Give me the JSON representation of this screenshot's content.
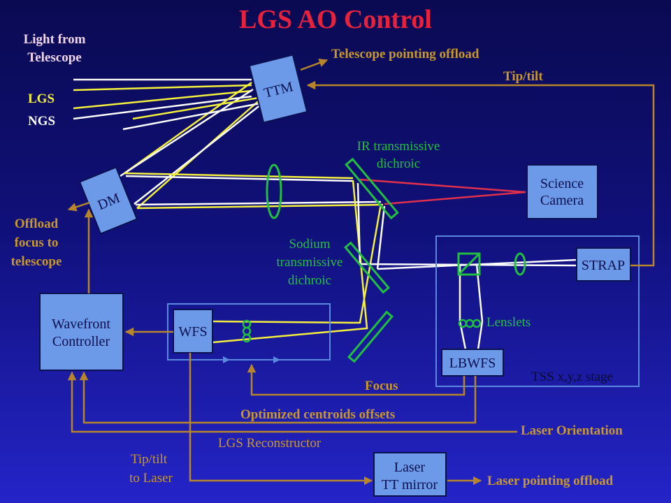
{
  "title": "LGS AO Control",
  "colors": {
    "background_top": "#0a0a52",
    "background_bottom": "#2424c8",
    "box_fill": "#6c9ae8",
    "arrow": "#b8862a",
    "label_orange": "#c8982c",
    "optics_green": "#21c040",
    "beam_yellow": "#f4f03c",
    "beam_white": "#ffffff",
    "beam_red": "#e0304c",
    "title_red": "#e8223c"
  },
  "inputs": {
    "light_from_line1": "Light from",
    "light_from_line2": "Telescope",
    "lgs": "LGS",
    "ngs": "NGS"
  },
  "components": {
    "ttm": "TTM",
    "dm": "DM",
    "science_camera_line1": "Science",
    "science_camera_line2": "Camera",
    "strap": "STRAP",
    "wfs": "WFS",
    "lbwfs": "LBWFS",
    "wavefront_controller_line1": "Wavefront",
    "wavefront_controller_line2": "Controller",
    "laser_tt_line1": "Laser",
    "laser_tt_line2": "TT mirror"
  },
  "optics_labels": {
    "ir_dichroic_line1": "IR transmissive",
    "ir_dichroic_line2": "dichroic",
    "sodium_line1": "Sodium",
    "sodium_line2": "transmissive",
    "sodium_line3": "dichroic",
    "lenslets": "Lenslets",
    "tss_stage": "TSS x,y,z stage"
  },
  "signals": {
    "telescope_pointing_offload": "Telescope pointing offload",
    "tip_tilt": "Tip/tilt",
    "offload_focus_line1": "Offload",
    "offload_focus_line2": "focus to",
    "offload_focus_line3": "telescope",
    "focus": "Focus",
    "optimized_centroids": "Optimized centroids offsets",
    "laser_orientation": "Laser Orientation",
    "lgs_reconstructor": "LGS Reconstructor",
    "tip_tilt_laser_line1": "Tip/tilt",
    "tip_tilt_laser_line2": "to Laser",
    "laser_pointing_offload": "Laser pointing offload"
  }
}
